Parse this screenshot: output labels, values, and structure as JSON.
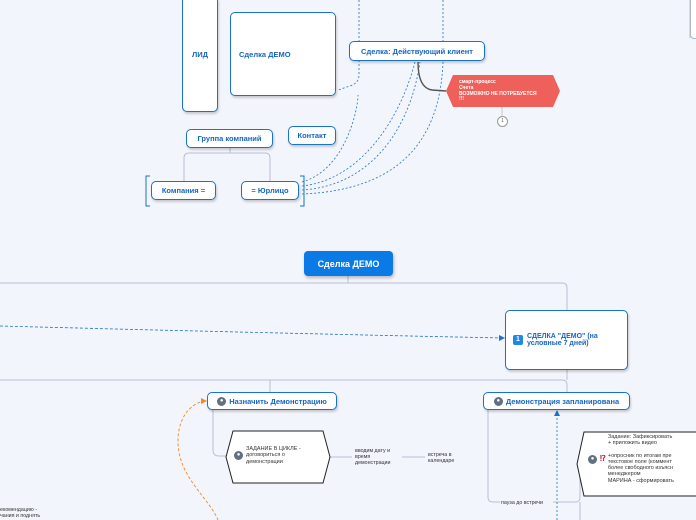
{
  "nodes": {
    "lead": "ЛИД",
    "deal_demo_top": "Сделка ДЕМО",
    "deal_active_client": "Сделка: Действующий клиент",
    "smart_process": [
      "смарт-процесс",
      "Счета",
      "ВОЗМОЖНО НЕ ПОТРЕБУЕТСЯ",
      "!!!"
    ],
    "group_companies": "Группа компаний",
    "contact": "Контакт",
    "company": "Компания =",
    "legal_entity": "= Юрлицо",
    "root": "Сделка ДЕМО",
    "deal_demo_conditional": "СДЕЛКА \"ДЕМО\" (на условные 7 дней)",
    "deal_demo_conditional_num": "1",
    "assign_demo": "Назначить Демонстрацию",
    "demo_planned": "Демонстрация запланирована",
    "task_cycle": "ЗАДАНИЕ В ЦИКЛЕ - договориться о демонстрации",
    "enter_date": "вводим дату и время демонстрации",
    "calendar_meeting": "встреча в календаре",
    "pause_meeting": "пауза до встречи",
    "task_record": [
      "Задание: Зафиксировать",
      "+ приложить видео",
      "",
      "+опросник по итогам пре",
      "текстовое  поле (коммент",
      "более свободного изъясн",
      "менеджером",
      "МАРИНА - сформировать"
    ],
    "left_cut": [
      "екомендацию -",
      "чания и поднять"
    ],
    "collapse_count": "1"
  },
  "colors": {
    "accent": "#0a7ae6",
    "border": "#1a73c8",
    "red": "#f0605a",
    "link": "#1a73c8",
    "orange": "#f08a24"
  },
  "icons": [
    "person-icon",
    "exclamation-question-icon",
    "number-one-icon"
  ]
}
